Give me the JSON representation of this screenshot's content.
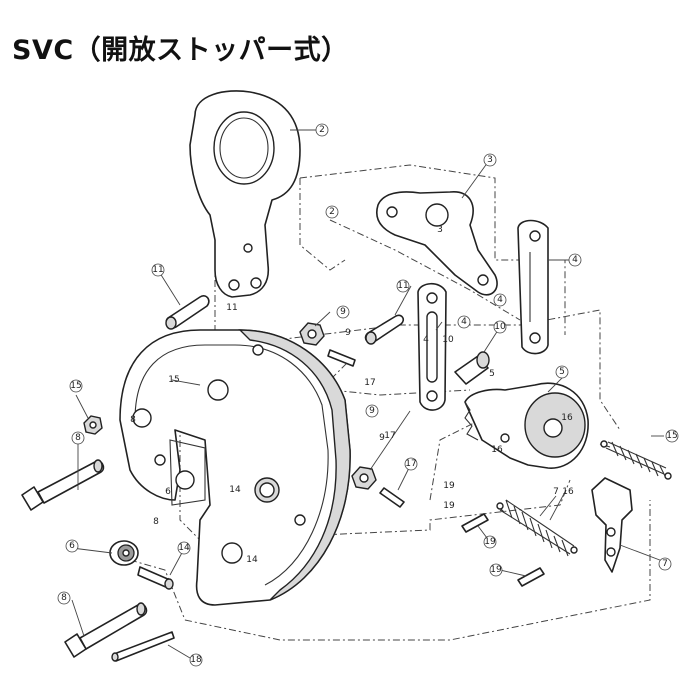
{
  "title": "SVC（開放ストッパー式）",
  "parts": [
    {
      "id": "part-2-top",
      "label": "2"
    },
    {
      "id": "part-2-dash",
      "label": "2"
    },
    {
      "id": "part-3-top",
      "label": "3"
    },
    {
      "id": "part-3-mid",
      "label": "3"
    },
    {
      "id": "part-4-right",
      "label": "4"
    },
    {
      "id": "part-4-mid",
      "label": "4"
    },
    {
      "id": "part-4-inner",
      "label": "4"
    },
    {
      "id": "part-4-dash",
      "label": "4"
    },
    {
      "id": "part-5-top",
      "label": "5"
    },
    {
      "id": "part-5-mid",
      "label": "5"
    },
    {
      "id": "part-6-left",
      "label": "6"
    },
    {
      "id": "part-6-body",
      "label": "6"
    },
    {
      "id": "part-7-hook",
      "label": "7"
    },
    {
      "id": "part-7-spring",
      "label": "7"
    },
    {
      "id": "part-8-top",
      "label": "8"
    },
    {
      "id": "part-8-bottom",
      "label": "8"
    },
    {
      "id": "part-8-body",
      "label": "8"
    },
    {
      "id": "part-8-body2",
      "label": "8"
    },
    {
      "id": "part-9-a",
      "label": "9"
    },
    {
      "id": "part-9-b",
      "label": "9"
    },
    {
      "id": "part-9-c",
      "label": "9"
    },
    {
      "id": "part-9-d",
      "label": "9"
    },
    {
      "id": "part-10-a",
      "label": "10"
    },
    {
      "id": "part-10-b",
      "label": "10"
    },
    {
      "id": "part-11-a",
      "label": "11"
    },
    {
      "id": "part-11-b",
      "label": "11"
    },
    {
      "id": "part-11-c",
      "label": "11"
    },
    {
      "id": "part-14-a",
      "label": "14"
    },
    {
      "id": "part-14-b",
      "label": "14"
    },
    {
      "id": "part-14-c",
      "label": "14"
    },
    {
      "id": "part-15-a",
      "label": "15"
    },
    {
      "id": "part-15-b",
      "label": "15"
    },
    {
      "id": "part-15-c",
      "label": "15"
    },
    {
      "id": "part-16-a",
      "label": "16"
    },
    {
      "id": "part-16-b",
      "label": "16"
    },
    {
      "id": "part-16-c",
      "label": "16"
    },
    {
      "id": "part-17-a",
      "label": "17"
    },
    {
      "id": "part-17-b",
      "label": "17"
    },
    {
      "id": "part-17-c",
      "label": "17"
    },
    {
      "id": "part-18",
      "label": "18"
    },
    {
      "id": "part-19-a",
      "label": "19"
    },
    {
      "id": "part-19-b",
      "label": "19"
    },
    {
      "id": "part-19-c",
      "label": "19"
    },
    {
      "id": "part-19-d",
      "label": "19"
    }
  ]
}
